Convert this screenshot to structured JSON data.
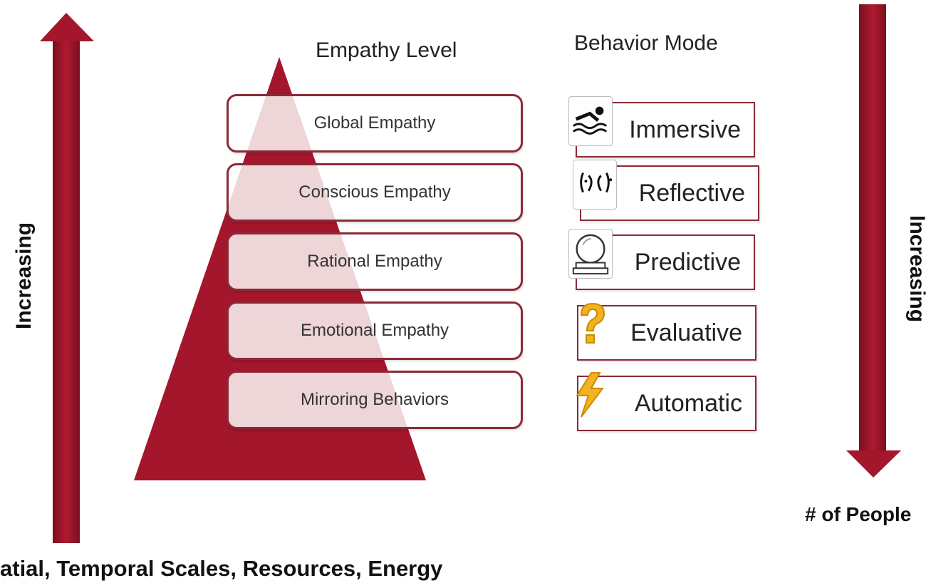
{
  "headers": {
    "empathy_level": "Empathy Level",
    "behavior_mode": "Behavior Mode"
  },
  "levels": [
    "Global Empathy",
    "Conscious Empathy",
    "Rational Empathy",
    "Emotional Empathy",
    "Mirroring Behaviors"
  ],
  "modes": [
    {
      "label": "Immersive",
      "icon": "swimmer-icon"
    },
    {
      "label": "Reflective",
      "icon": "reflection-icon"
    },
    {
      "label": "Predictive",
      "icon": "crystal-ball-icon"
    },
    {
      "label": "Evaluative",
      "icon": "question-mark-icon"
    },
    {
      "label": "Automatic",
      "icon": "lightning-bolt-icon"
    }
  ],
  "left_axis": {
    "label": "Increasing",
    "caption": "atial, Temporal Scales, Resources, Energy"
  },
  "right_axis": {
    "label": "Increasing",
    "caption": "# of People"
  },
  "colors": {
    "accent": "#a3162b",
    "accent_dark": "#7a0f1f",
    "box_border": "#8a2a38"
  }
}
